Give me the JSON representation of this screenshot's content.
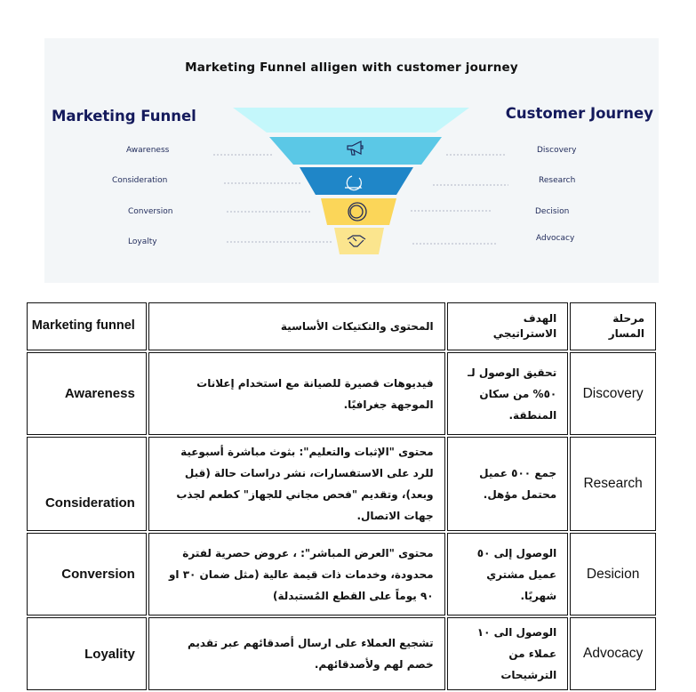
{
  "infographic": {
    "title": "Marketing Funnel alligen with customer journey",
    "left_heading": "Marketing Funnel",
    "right_heading": "Customer Journey",
    "funnel_stages": [
      "Awareness",
      "Consideration",
      "Conversion",
      "Loyalty"
    ],
    "journey_stages": [
      "Discovery",
      "Research",
      "Decision",
      "Advocacy"
    ],
    "icons": [
      "megaphone-icon",
      "cycle-icon",
      "coin-icon",
      "handshake-icon"
    ],
    "colors": {
      "top": "#c4f7fb",
      "awareness": "#5bc8e6",
      "consideration": "#1f86c8",
      "conversion": "#fbd659",
      "loyalty": "#fbe58e",
      "heading": "#141a5c"
    }
  },
  "table": {
    "headers": {
      "funnel": "Marketing funnel",
      "content": "المحتوى والتكتيكات الأساسية",
      "goal": "الهدف الاستراتيجي",
      "stage": "مرحلة المسار"
    },
    "rows": [
      {
        "funnel": "Awareness",
        "content": "فيديوهات قصيرة للصيانة مع استخدام إعلانات الموجهة جغرافيًا.",
        "goal": "تحقيق الوصول لـ ٥٠% من سكان المنطقة.",
        "stage": "Discovery"
      },
      {
        "funnel": "Consideration",
        "content": "محتوى \"الإثبات والتعليم\": بثوث مباشرة أسبوعية للرد على الاستفسارات، نشر دراسات حالة (قبل وبعد)، وتقديم \"فحص مجاني للجهاز\" كطعم لجذب جهات الاتصال.",
        "goal": "جمع ٥٠٠ عميل محتمل مؤهل.",
        "stage": "Research"
      },
      {
        "funnel": "Conversion",
        "content": "محتوى \"العرض المباشر\": ، عروض حصرية لفترة محدودة، وخدمات ذات قيمة عالية (مثل ضمان ٣٠ او ٩٠ يوماً على القطع المُستبدلة)",
        "goal": "الوصول إلى ٥٠ عميل مشتري شهريًا.",
        "stage": "Desicion"
      },
      {
        "funnel": "Loyality",
        "content": "تشجيع العملاء على ارسال أصدقائهم عبر تقديم خصم لهم ولأصدقائهم.",
        "goal": "الوصول الى ١٠ عملاء من الترشيحات",
        "stage": "Advocacy"
      }
    ]
  }
}
